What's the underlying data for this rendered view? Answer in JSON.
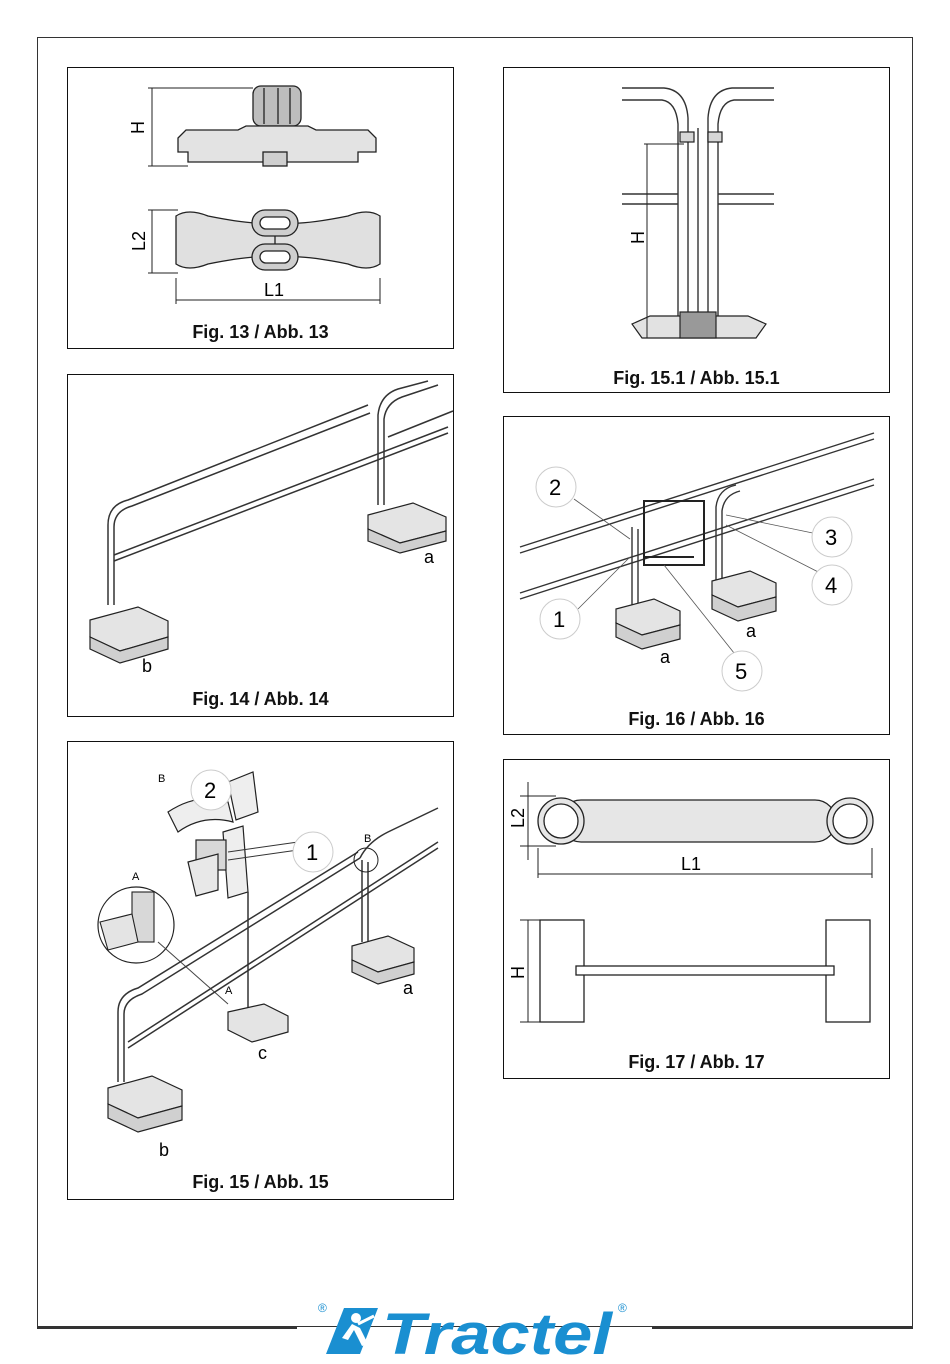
{
  "figures": {
    "fig13": {
      "caption": "Fig. 13 / Abb. 13",
      "dim_h": "H",
      "dim_l2": "L2",
      "dim_l1": "L1"
    },
    "fig14": {
      "caption": "Fig. 14 / Abb. 14",
      "label_a": "a",
      "label_b": "b"
    },
    "fig15": {
      "caption": "Fig. 15 / Abb. 15",
      "label_B_top": "B",
      "label_B_rail": "B",
      "label_A_top": "A",
      "label_A_rail": "A",
      "callout_1": "1",
      "callout_2": "2",
      "label_a": "a",
      "label_b": "b",
      "label_c": "c"
    },
    "fig15_1": {
      "caption": "Fig. 15.1 / Abb. 15.1",
      "dim_h": "H"
    },
    "fig16": {
      "caption": "Fig. 16 / Abb. 16",
      "callout_1": "1",
      "callout_2": "2",
      "callout_3": "3",
      "callout_4": "4",
      "callout_5": "5",
      "label_a_left": "a",
      "label_a_right": "a"
    },
    "fig17": {
      "caption": "Fig. 17 / Abb. 17",
      "dim_l2": "L2",
      "dim_l1": "L1",
      "dim_h": "H"
    }
  },
  "footer": {
    "brand": "Tractel",
    "registered_mark": "®",
    "brand_color": "#1a8fd1"
  }
}
